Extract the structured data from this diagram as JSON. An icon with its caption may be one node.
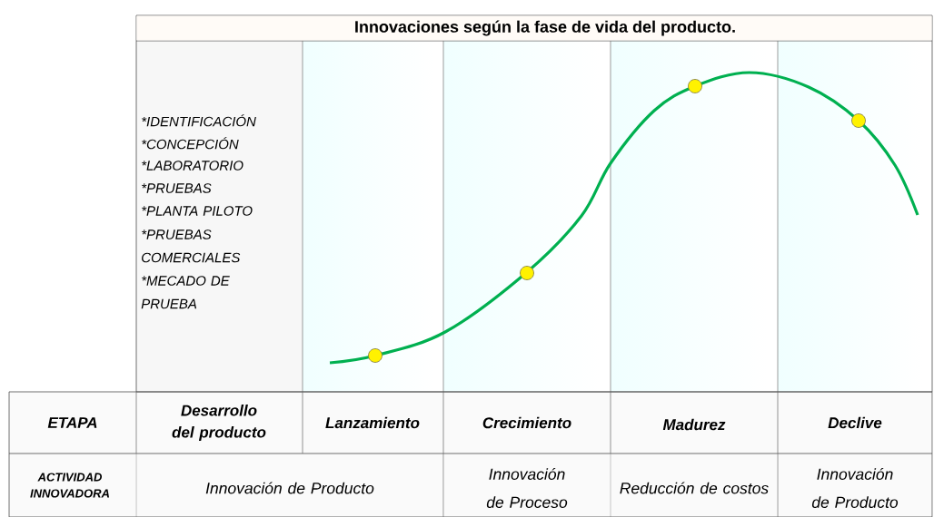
{
  "diagram": {
    "title": "Innovaciones según la fase de vida del producto.",
    "labels": [
      "*IDENTIFICACIÓN",
      "*CONCEPCIÓN",
      "*LABORATORIO",
      "*PRUEBAS",
      "*PLANTA PILOTO",
      "*PRUEBAS COMERCIALES",
      "*MECADO DE PRUEBA",
      "ETAPA",
      "Desarrollo del producto",
      "Lanzamiento",
      "Crecimiento",
      "Madurez",
      "Declive",
      "ACTIVIDAD INNOVADORA",
      "Innovación de Producto",
      "Innovación de Proceso",
      "Reducción de costos",
      "Innovación de Producto"
    ]
  }
}
